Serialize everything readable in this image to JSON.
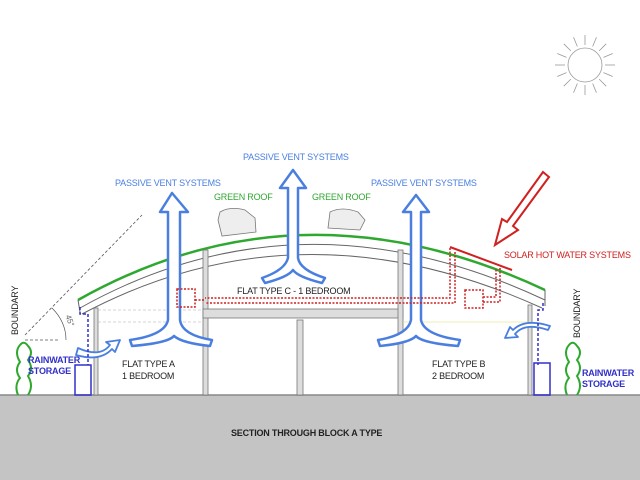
{
  "labels": {
    "passive_vent_left": "PASSIVE VENT SYSTEMS",
    "passive_vent_center": "PASSIVE VENT SYSTEMS",
    "passive_vent_right": "PASSIVE VENT SYSTEMS",
    "green_roof_left": "GREEN ROOF",
    "green_roof_right": "GREEN ROOF",
    "solar_hot_water": "SOLAR HOT WATER SYSTEMS",
    "flat_c": "FLAT TYPE C - 1 BEDROOM",
    "flat_a_line1": "FLAT TYPE A",
    "flat_a_line2": "1 BEDROOM",
    "flat_b_line1": "FLAT TYPE B",
    "flat_b_line2": "2 BEDROOM",
    "boundary_left": "BOUNDARY",
    "boundary_right": "BOUNDARY",
    "rainwater_left_1": "RAINWATER",
    "rainwater_left_2": "STORAGE",
    "rainwater_right_1": "RAINWATER",
    "rainwater_right_2": "STORAGE",
    "angle": "45°",
    "caption": "SECTION THROUGH BLOCK A TYPE"
  },
  "colors": {
    "vent": "#4a7fe0",
    "green": "#2fa830",
    "solar": "#d02020",
    "ground": "#c4c4c4",
    "storage": "#3030c8"
  }
}
